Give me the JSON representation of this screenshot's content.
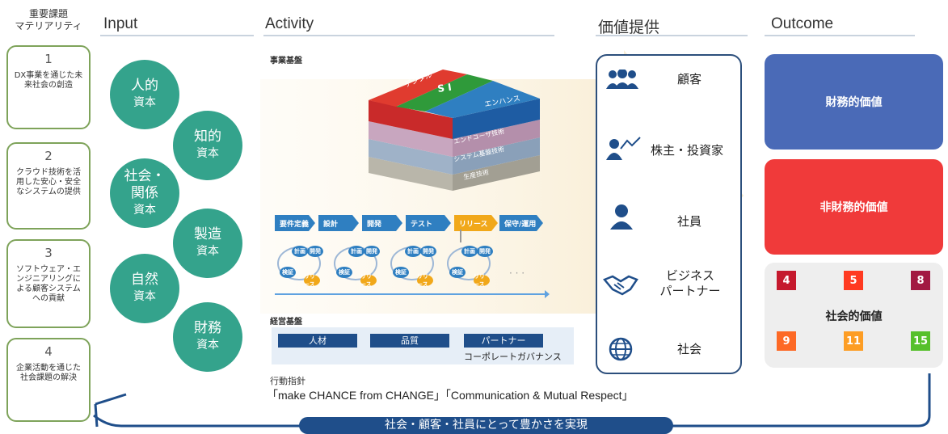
{
  "materiality": {
    "heading_line1": "重要課題",
    "heading_line2": "マテリアリティ",
    "items": [
      {
        "num": "1",
        "text": "DX事業を通じた未来社会の創造"
      },
      {
        "num": "2",
        "text": "クラウド技術を活用した安心・安全なシステムの提供"
      },
      {
        "num": "3",
        "text": "ソフトウェア・エンジニアリングによる顧客システムへの貢献"
      },
      {
        "num": "4",
        "text": "企業活動を通じた社会課題の解決"
      }
    ]
  },
  "input": {
    "heading": "Input",
    "capitals": [
      {
        "line1": "人的",
        "line2": "資本"
      },
      {
        "line1": "知的",
        "line2": "資本"
      },
      {
        "line1": "社会・",
        "line2": "関係",
        "line3": "資本"
      },
      {
        "line1": "製造",
        "line2": "資本"
      },
      {
        "line1": "自然",
        "line2": "資本"
      },
      {
        "line1": "財務",
        "line2": "資本"
      }
    ]
  },
  "activity": {
    "heading": "Activity",
    "business_base": "事業基盤",
    "stack": {
      "top_left": "デジタル",
      "top_center": "S I",
      "top_right": "エンハンス",
      "layer1": "エンドユーザ技術",
      "layer2": "システム基盤技術",
      "layer3": "生産技術"
    },
    "process_steps": [
      "要件定義",
      "設計",
      "開発",
      "テスト",
      "リリース",
      "保守/運用"
    ],
    "cycle_labels": {
      "plan": "計画",
      "dev": "開発",
      "review": "検証",
      "release": "リリース"
    },
    "management_base": "経営基盤",
    "management_items": [
      "人材",
      "品質",
      "パートナー"
    ],
    "governance": "コーポレートガバナンス"
  },
  "value": {
    "heading": "価値提供",
    "items": [
      "顧客",
      "株主・投資家",
      "社員",
      "ビジネス\nパートナー",
      "社会"
    ],
    "icons": [
      "people-icon",
      "investor-chart-icon",
      "person-icon",
      "handshake-icon",
      "globe-icon"
    ]
  },
  "outcome": {
    "heading": "Outcome",
    "financial": "財務的価値",
    "non_financial": "非財務的価値",
    "social": "社会的価値",
    "sdgs": [
      {
        "num": "4",
        "color": "#c5192d"
      },
      {
        "num": "5",
        "color": "#ff3a21"
      },
      {
        "num": "8",
        "color": "#a21942"
      },
      {
        "num": "9",
        "color": "#fd6925"
      },
      {
        "num": "11",
        "color": "#fd9d24"
      },
      {
        "num": "15",
        "color": "#56c02b"
      }
    ]
  },
  "footer": {
    "guideline_label": "行動指針",
    "guideline": "「make CHANCE from CHANGE」「Communication & Mutual Respect」",
    "banner": "社会・顧客・社員にとって豊かさを実現"
  },
  "colors": {
    "teal": "#34a38c",
    "navy": "#1f4e8a",
    "financial": "#4a6ab7",
    "non_financial": "#f03a3a",
    "materiality_border": "#7ea35a"
  }
}
